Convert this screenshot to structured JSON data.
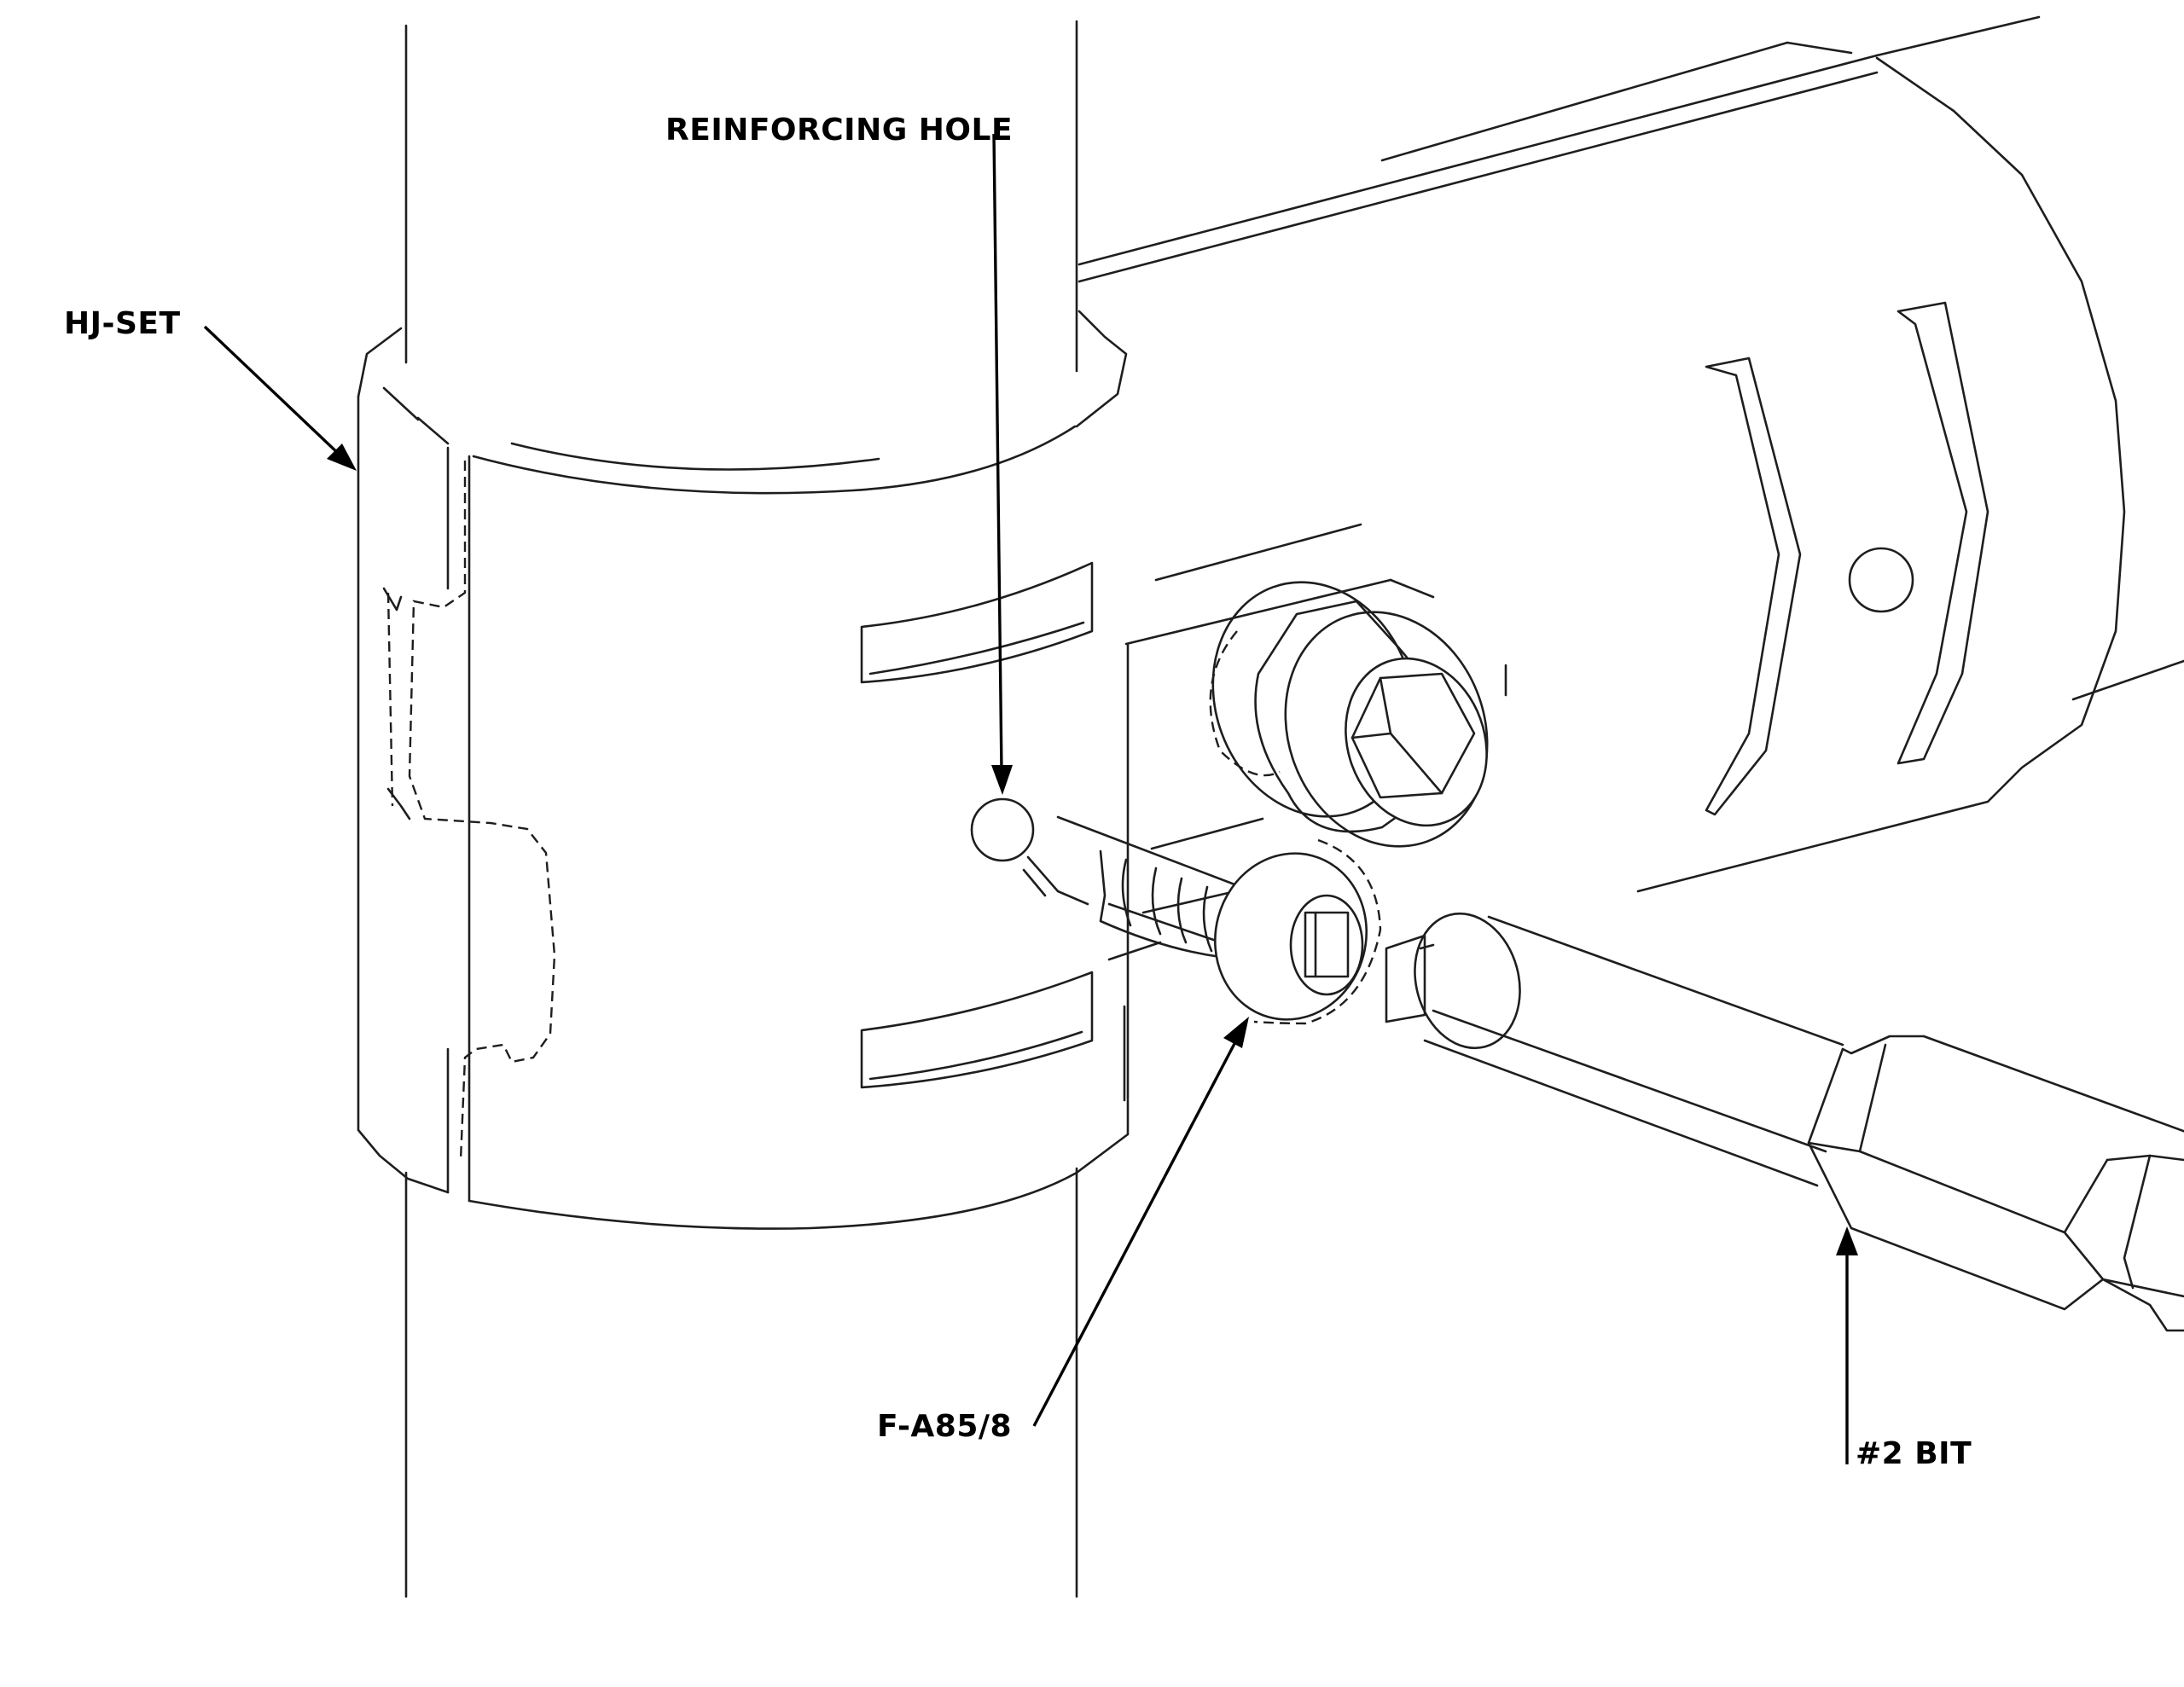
{
  "labels": {
    "hj_set": "HJ-SET",
    "reinforcing_hole": "REINFORCING HOLE",
    "fastener": "F-A85/8",
    "bit": "#2 BIT"
  },
  "colors": {
    "line": "#1e1e1e",
    "leader": "#000000",
    "background": "#ffffff"
  }
}
